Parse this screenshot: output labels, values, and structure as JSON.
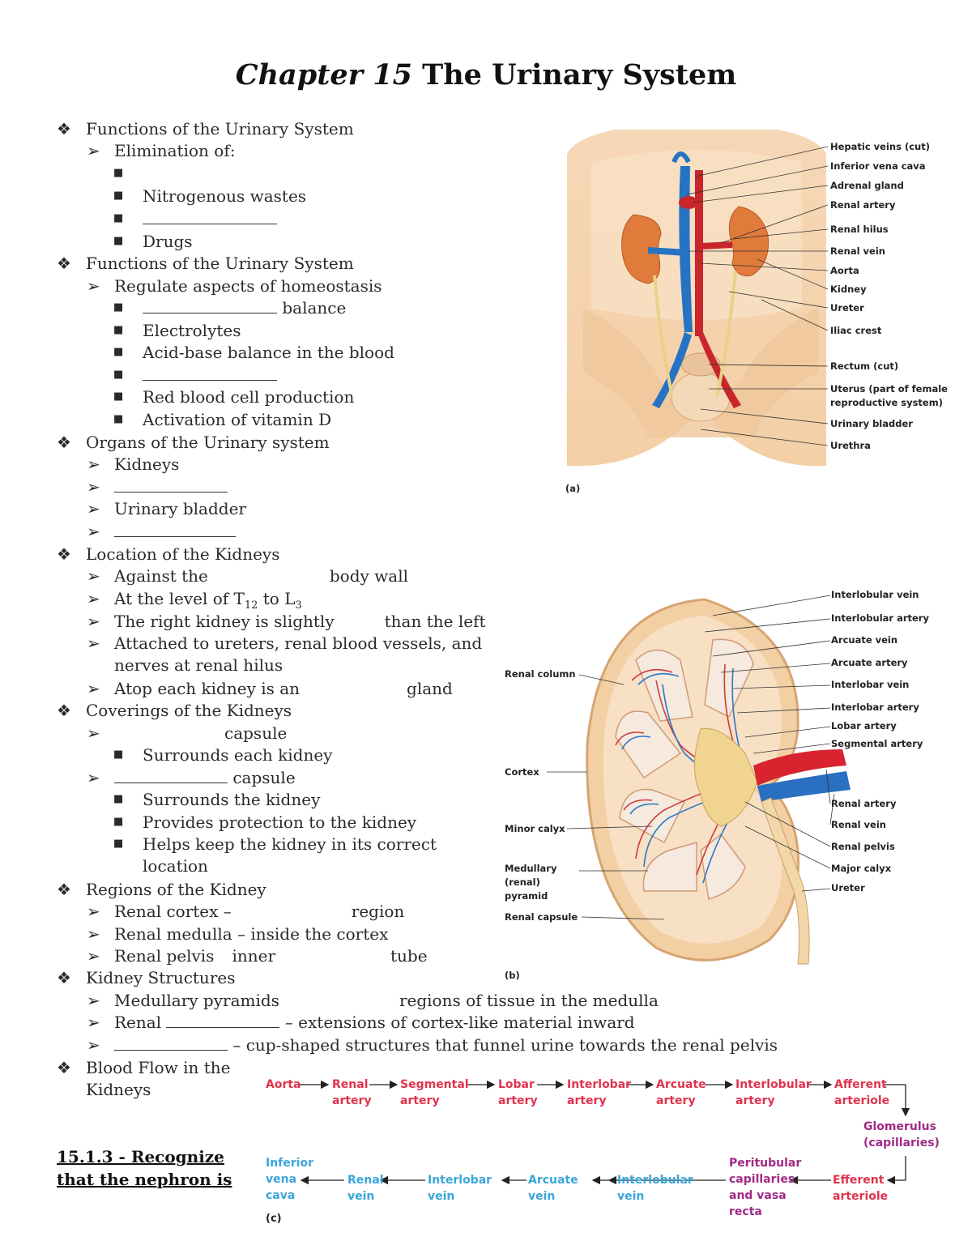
{
  "title": {
    "italic_part": "Chapter 15",
    "rest": " The Urinary System"
  },
  "outline": {
    "functions1": "Functions of the Urinary System",
    "elimination": "Elimination of:",
    "nitrogenous": "Nitrogenous wastes",
    "drugs": "Drugs",
    "functions2": "Functions of the Urinary System",
    "regulate": "Regulate aspects of homeostasis",
    "balance": "balance",
    "electrolytes": "Electrolytes",
    "acid_base": "Acid-base balance in the blood",
    "rbc": "Red blood cell production",
    "vitamin_d": "Activation of vitamin D",
    "organs": "Organs of the Urinary system",
    "kidneys": "Kidneys",
    "bladder": "Urinary bladder",
    "location": "Location of the Kidneys",
    "against_a": "Against the",
    "against_b": "body wall",
    "level_a": "At the level of T",
    "level_sub1": "12",
    "level_b": " to L",
    "level_sub2": "3",
    "right_a": "The right kidney is slightly",
    "right_b": "than the left",
    "attached1": "Attached to ureters, renal blood vessels, and",
    "attached2": "nerves at renal hilus",
    "atop_a": "Atop each kidney is an",
    "atop_b": "gland",
    "coverings": "Coverings of the Kidneys",
    "capsule": "capsule",
    "surrounds_each": "Surrounds each kidney",
    "surrounds": "Surrounds the kidney",
    "protection": "Provides protection to the kidney",
    "helps1": "Helps keep the kidney in its correct",
    "helps2": "location",
    "regions": "Regions of the Kidney",
    "cortex_a": "Renal cortex –",
    "cortex_b": "region",
    "medulla": "Renal medulla – inside the cortex",
    "pelvis_a": "Renal pelvis",
    "pelvis_b": "inner",
    "pelvis_c": "tube",
    "structures": "Kidney Structures",
    "pyramids_a": "Medullary pyramids",
    "pyramids_b": "regions of tissue in the medulla",
    "renal_a": "Renal",
    "renal_b": "– extensions of cortex-like material inward",
    "cup": "– cup-shaped structures that funnel urine towards the renal pelvis",
    "blood_flow1": "Blood Flow in the",
    "blood_flow2": "Kidneys"
  },
  "section_heading": [
    "15.1.3 - Recognize",
    "that the nephron is"
  ],
  "figure_a": {
    "tag": "(a)",
    "labels": [
      "Hepatic veins (cut)",
      "Inferior vena cava",
      "Adrenal gland",
      "Renal artery",
      "Renal hilus",
      "Renal vein",
      "Aorta",
      "Kidney",
      "Ureter",
      "Iliac crest",
      "Rectum (cut)",
      "Uterus (part of female",
      "reproductive system)",
      "Urinary bladder",
      "Urethra"
    ]
  },
  "figure_b": {
    "tag": "(b)",
    "right_labels": [
      "Interlobular vein",
      "Interlobular artery",
      "Arcuate vein",
      "Arcuate artery",
      "Interlobar vein",
      "Interlobar artery",
      "Lobar artery",
      "Segmental artery",
      "Renal artery",
      "Renal vein",
      "Renal pelvis",
      "Major calyx",
      "Ureter"
    ],
    "left_labels": [
      "Renal column",
      "Cortex",
      "Minor calyx",
      "Medullary",
      "(renal)",
      "pyramid",
      "Renal capsule"
    ]
  },
  "figure_c": {
    "tag": "(c)",
    "top_row": [
      [
        "Aorta",
        ""
      ],
      [
        "Renal",
        "artery"
      ],
      [
        "Segmental",
        "artery"
      ],
      [
        "Lobar",
        "artery"
      ],
      [
        "Interlobar",
        "artery"
      ],
      [
        "Arcuate",
        "artery"
      ],
      [
        "Interlobular",
        "artery"
      ],
      [
        "Afferent",
        "arteriole"
      ]
    ],
    "glomerulus": [
      "Glomerulus",
      "(capillaries)"
    ],
    "bottom_row": [
      [
        "Inferior",
        "vena",
        "cava"
      ],
      [
        "Renal",
        "vein"
      ],
      [
        "Interlobar",
        "vein"
      ],
      [
        "Arcuate",
        "vein"
      ],
      [
        "Interlobular",
        "vein"
      ],
      [
        "Peritubular",
        "capillaries",
        "and vasa",
        "recta"
      ],
      [
        "Efferent",
        "arteriole"
      ]
    ],
    "colors": {
      "artery": "#e0334d",
      "capillary": "#a02a86",
      "vein": "#3aa6db"
    }
  }
}
